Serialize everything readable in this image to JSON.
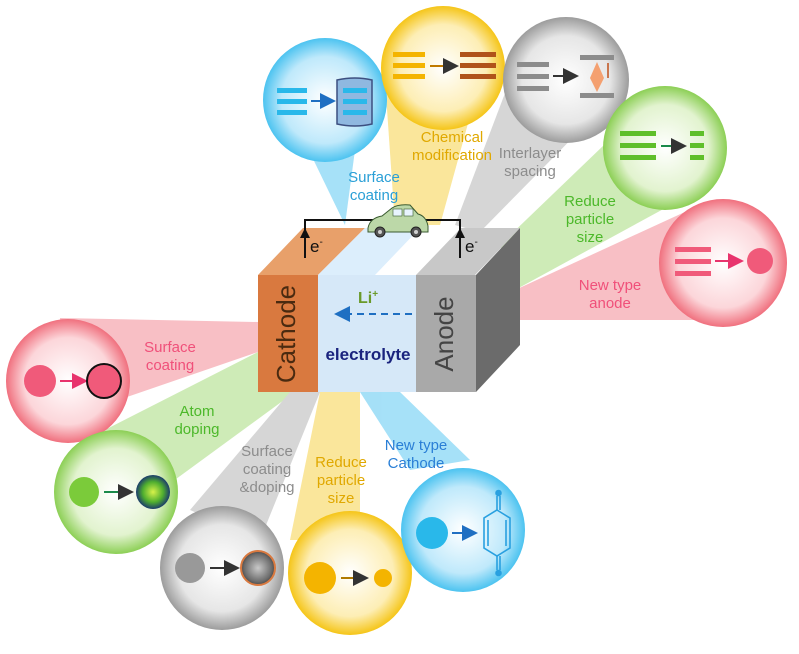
{
  "battery": {
    "cathode_label": "Cathode",
    "anode_label": "Anode",
    "electrolyte_label": "electrolyte",
    "ion_label_base": "Li",
    "ion_label_sup": "+",
    "electron_label_base": "e",
    "electron_label_sup": "-"
  },
  "anode_strategies": [
    {
      "id": "surface-coating",
      "label_lines": [
        "Surface",
        "coating"
      ],
      "color": "#29b8ea"
    },
    {
      "id": "chemical-modification",
      "label_lines": [
        "Chemical",
        "modification"
      ],
      "color": "#f4c20d"
    },
    {
      "id": "interlayer-spacing",
      "label_lines": [
        "Interlayer",
        "spacing"
      ],
      "color": "#a0a0a0"
    },
    {
      "id": "reduce-particle-size",
      "label_lines": [
        "Reduce",
        "particle",
        "size"
      ],
      "color": "#7bcb3a"
    },
    {
      "id": "new-type-anode",
      "label_lines": [
        "New type",
        "anode"
      ],
      "color": "#f06a78"
    }
  ],
  "cathode_strategies": [
    {
      "id": "surface-coating",
      "label_lines": [
        "Surface",
        "coating"
      ],
      "color": "#f06a78"
    },
    {
      "id": "atom-doping",
      "label_lines": [
        "Atom",
        "doping"
      ],
      "color": "#7bcb3a"
    },
    {
      "id": "surface-coating-doping",
      "label_lines": [
        "Surface",
        "coating",
        "&doping"
      ],
      "color": "#a0a0a0"
    },
    {
      "id": "reduce-particle-size",
      "label_lines": [
        "Reduce",
        "particle",
        "size"
      ],
      "color": "#f4c20d"
    },
    {
      "id": "new-type-cathode",
      "label_lines": [
        "New type",
        "Cathode"
      ],
      "color": "#29b8ea"
    }
  ],
  "colors": {
    "cathode": "#d9793f",
    "anode": "#9b9b9b",
    "electrolyte": "#cfe4f7",
    "text_dark_blue": "#1a237e",
    "ion_green": "#6a9a2a"
  }
}
